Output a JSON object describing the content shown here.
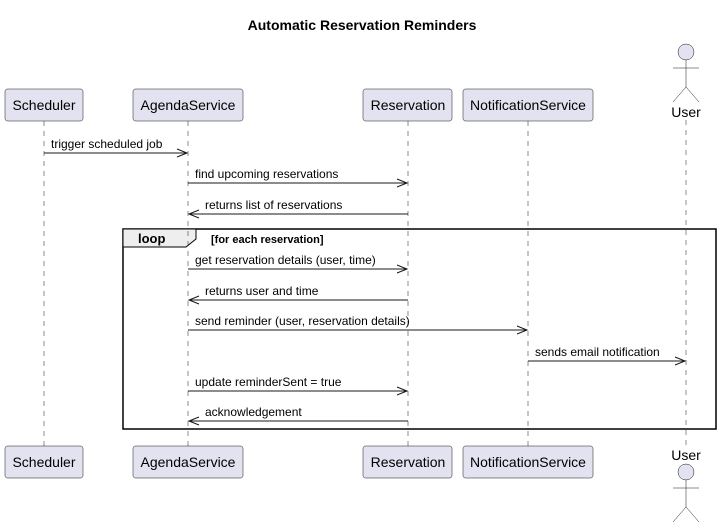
{
  "title": "Automatic Reservation Reminders",
  "participants": [
    {
      "label": "Scheduler",
      "kind": "box"
    },
    {
      "label": "AgendaService",
      "kind": "box"
    },
    {
      "label": "Reservation",
      "kind": "box"
    },
    {
      "label": "NotificationService",
      "kind": "box"
    },
    {
      "label": "User",
      "kind": "actor"
    }
  ],
  "messages": [
    {
      "from": "Scheduler",
      "to": "AgendaService",
      "label": "trigger scheduled job"
    },
    {
      "from": "AgendaService",
      "to": "Reservation",
      "label": "find upcoming reservations"
    },
    {
      "from": "Reservation",
      "to": "AgendaService",
      "label": "returns list of reservations"
    },
    {
      "from": "AgendaService",
      "to": "Reservation",
      "label": "get reservation details (user, time)"
    },
    {
      "from": "Reservation",
      "to": "AgendaService",
      "label": "returns user and time"
    },
    {
      "from": "AgendaService",
      "to": "NotificationService",
      "label": "send reminder (user, reservation details)"
    },
    {
      "from": "NotificationService",
      "to": "User",
      "label": "sends email notification"
    },
    {
      "from": "AgendaService",
      "to": "Reservation",
      "label": "update reminderSent = true"
    },
    {
      "from": "Reservation",
      "to": "AgendaService",
      "label": "acknowledgement"
    }
  ],
  "loop": {
    "keyword": "loop",
    "condition": "[for each reservation]"
  },
  "colors": {
    "participant_fill": "#e2e2f0",
    "line": "#181818",
    "frame_head": "#eeeeee"
  }
}
